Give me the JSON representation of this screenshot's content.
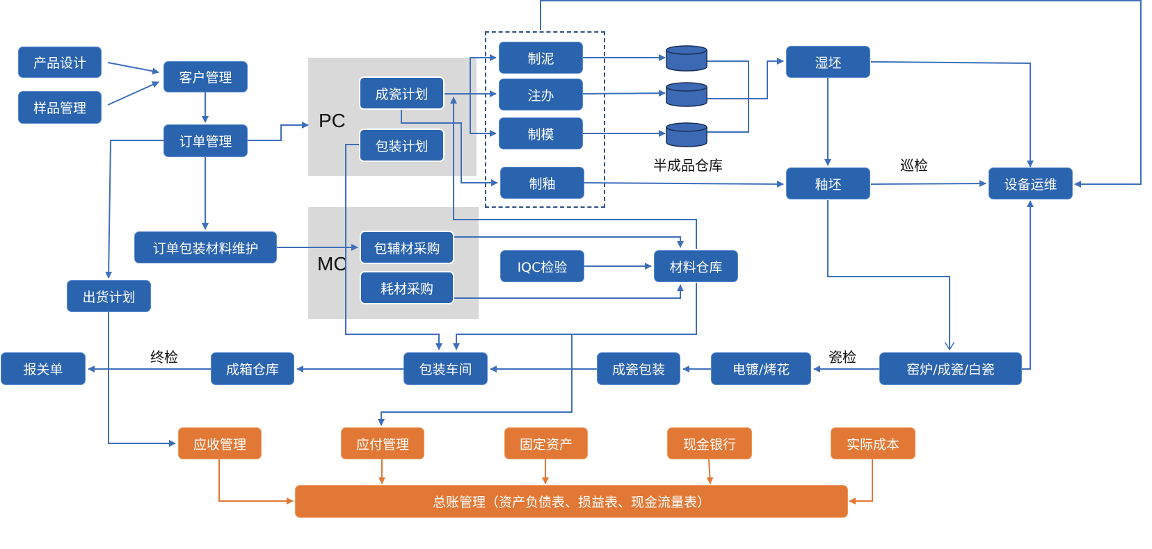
{
  "colors": {
    "node_blue": "#2a63ae",
    "node_orange": "#e27835",
    "line_blue": "#3d6fba",
    "line_orange": "#e27835",
    "group_bg": "#d9d9d9",
    "dashed_border": "#2f4f86"
  },
  "groups": {
    "pc": "PC",
    "mc": "MC"
  },
  "nodes": {
    "product_design": "产品设计",
    "sample_mgmt": "样品管理",
    "customer_mgmt": "客户管理",
    "order_mgmt": "订单管理",
    "order_pack_material": "订单包装材料维护",
    "shipping_plan": "出货计划",
    "porcelain_plan": "成瓷计划",
    "packing_plan": "包装计划",
    "pack_material_purchase": "包辅材采购",
    "consumable_purchase": "耗材采购",
    "clay_making": "制泥",
    "slip_casting": "注办",
    "mold_making": "制模",
    "glaze_making": "制釉",
    "iqc": "IQC检验",
    "material_warehouse": "材料仓库",
    "wet_blank": "湿坯",
    "glazed_blank": "釉坯",
    "equipment_ops": "设备运维",
    "kiln": "窑炉/成瓷/白瓷",
    "plating_decal": "电镀/烤花",
    "porcelain_packing": "成瓷包装",
    "packing_workshop": "包装车间",
    "carton_warehouse": "成箱仓库",
    "customs_declaration": "报关单",
    "receivables": "应收管理",
    "payables": "应付管理",
    "fixed_assets": "固定资产",
    "cash_bank": "现金银行",
    "actual_cost": "实际成本",
    "general_ledger": "总账管理（资产负债表、损益表、现金流量表）"
  },
  "captions": {
    "semi_finished_warehouse": "半成品仓库",
    "patrol_inspection": "巡检",
    "porcelain_inspection": "瓷检",
    "final_inspection": "终检"
  },
  "icons": {
    "warehouse_cylinder": "database-cylinder-icon"
  }
}
